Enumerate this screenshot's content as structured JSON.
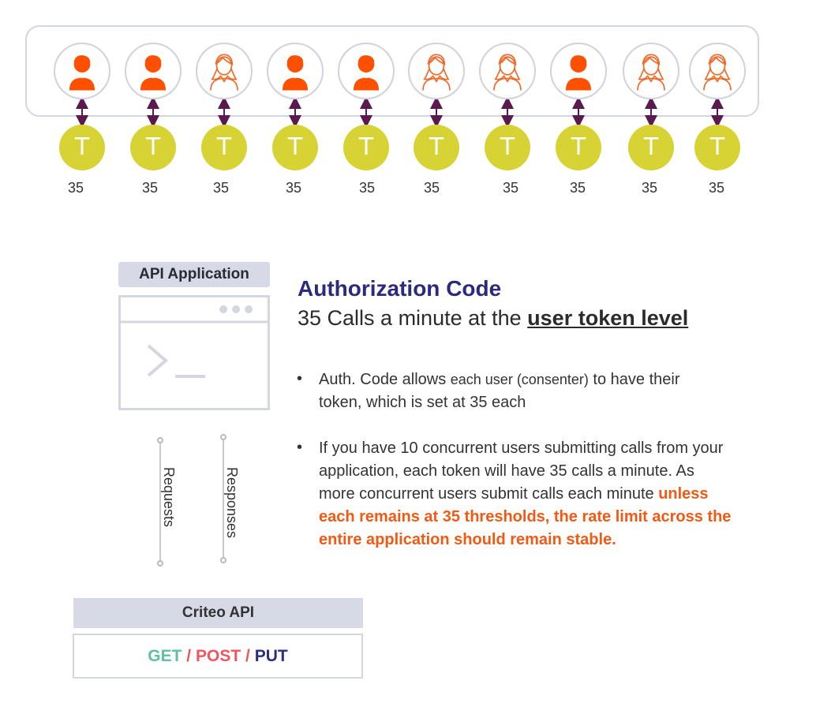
{
  "users": [
    {
      "type": "male",
      "token_letter": "T",
      "calls": "35"
    },
    {
      "type": "male",
      "token_letter": "T",
      "calls": "35"
    },
    {
      "type": "female",
      "token_letter": "T",
      "calls": "35"
    },
    {
      "type": "male",
      "token_letter": "T",
      "calls": "35"
    },
    {
      "type": "male",
      "token_letter": "T",
      "calls": "35"
    },
    {
      "type": "female",
      "token_letter": "T",
      "calls": "35"
    },
    {
      "type": "female",
      "token_letter": "T",
      "calls": "35"
    },
    {
      "type": "male",
      "token_letter": "T",
      "calls": "35"
    },
    {
      "type": "female",
      "token_letter": "T",
      "calls": "35"
    },
    {
      "type": "female",
      "token_letter": "T",
      "calls": "35"
    }
  ],
  "colors": {
    "male_user": "#fe5000",
    "female_user_outline": "#f06a2a",
    "token": "#d8d334",
    "arrow": "#5a1a50",
    "title": "#2c2a7a",
    "highlight": "#f05a14"
  },
  "app": {
    "label": "API Application"
  },
  "connectors": {
    "requests": "Requests",
    "responses": "Responses"
  },
  "criteo": {
    "label": "Criteo API",
    "methods": {
      "get": "GET",
      "sep": "/",
      "post": "POST",
      "put": "PUT"
    }
  },
  "text": {
    "title": "Authorization Code",
    "subtitle_prefix": "35 Calls a minute at the ",
    "subtitle_emphasis": "user token level",
    "bullet1": {
      "part1": "Auth. Code allows ",
      "part2": "each user (consenter)",
      "part3": " to have their",
      "line2": "token, which is set at 35 each"
    },
    "bullet2": {
      "line1": "If you have 10 concurrent users submitting calls from your",
      "line2": "application, each token will have 35 calls a minute. As",
      "line3_plain": "more concurrent users submit calls each minute ",
      "line3_hl": "unless",
      "line4_hl": "each remains at 35 thresholds, the rate limit across the",
      "line5_hl": "entire application should remain stable."
    }
  }
}
